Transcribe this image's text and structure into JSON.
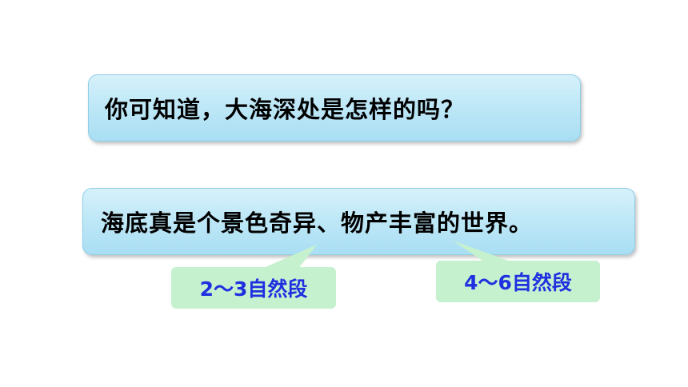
{
  "slide": {
    "question": "你可知道，大海深处是怎样的吗？",
    "answer": "海底真是个景色奇异、物产丰富的世界。",
    "tags": [
      {
        "label": "2～3自然段"
      },
      {
        "label": "4～6自然段"
      }
    ]
  },
  "colors": {
    "bubble_fill": "#bfe8f7",
    "bubble_border": "#8ecfe8",
    "tag_fill": "#c6f1cf",
    "tag_text": "#1f30e0",
    "body_text": "#000000"
  }
}
